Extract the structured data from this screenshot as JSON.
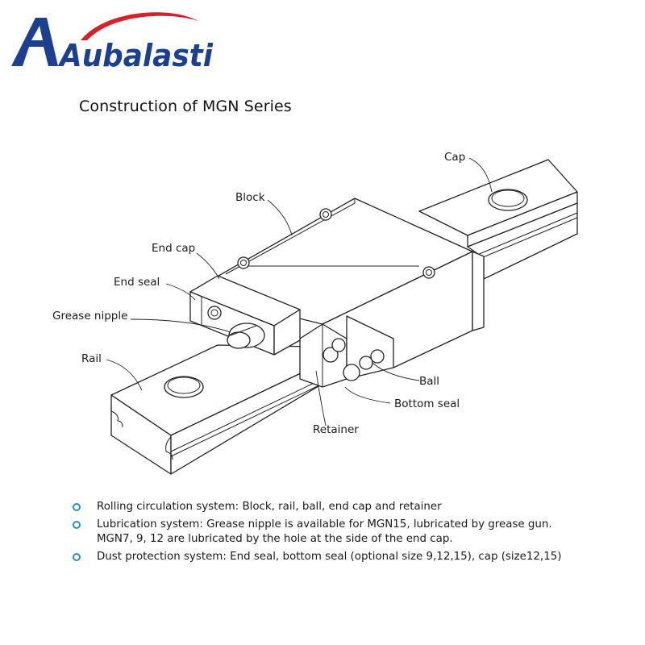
{
  "logo": {
    "text": "Aubalasti",
    "accent_color": "#1d3f8f",
    "swoosh_color": "#d6202a"
  },
  "title": "Construction of MGN Series",
  "labels": {
    "cap": "Cap",
    "block": "Block",
    "end_cap": "End cap",
    "end_seal": "End seal",
    "grease_nipple": "Grease nipple",
    "rail": "Rail",
    "ball": "Ball",
    "bottom_seal": "Bottom seal",
    "retainer": "Retainer"
  },
  "bullets": [
    {
      "lines": [
        "Rolling circulation system: Block, rail, ball, end cap and retainer"
      ]
    },
    {
      "lines": [
        "Lubrication system: Grease nipple is available for MGN15, lubricated by grease gun.",
        "MGN7, 9, 12 are lubricated by the hole at the side of the end cap."
      ]
    },
    {
      "lines": [
        "Dust protection system: End seal, bottom seal (optional size 9,12,15), cap (size12,15)"
      ]
    }
  ],
  "bullet_color": "#2a8fc6"
}
